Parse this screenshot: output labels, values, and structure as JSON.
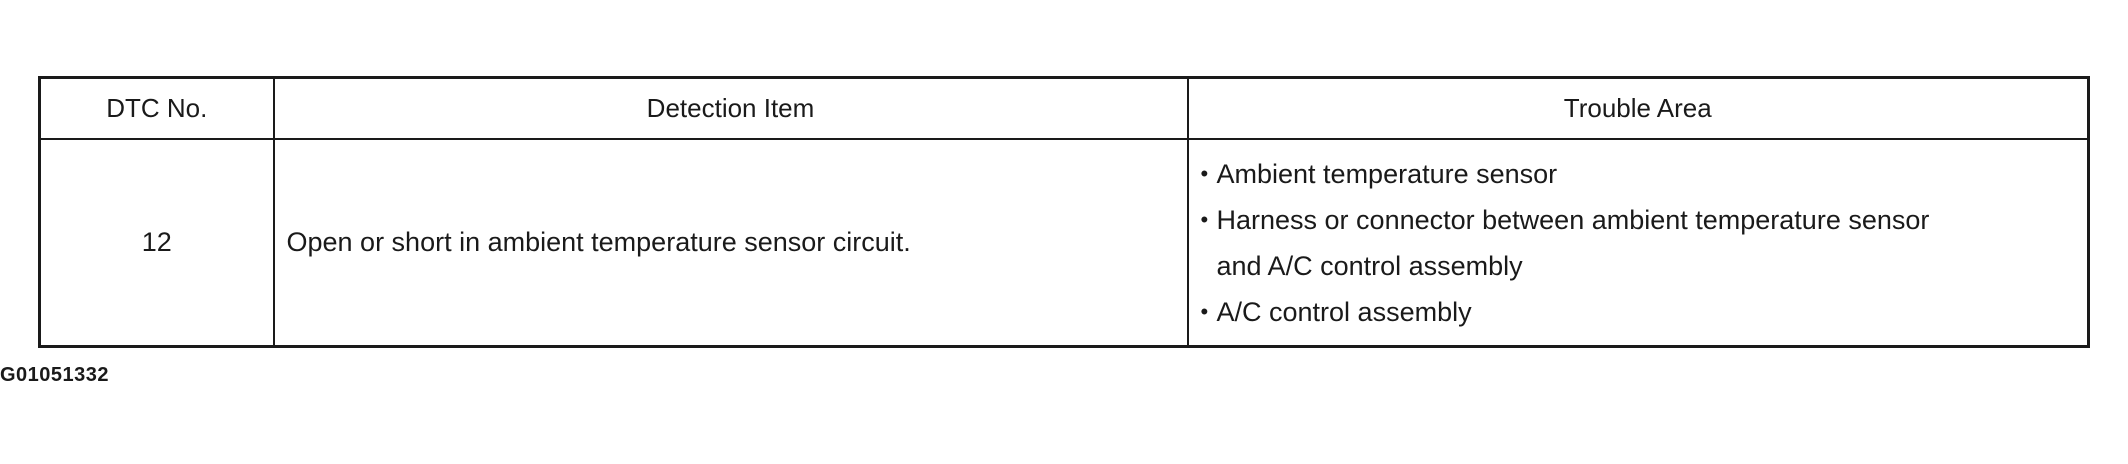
{
  "table": {
    "headers": {
      "dtc_no": "DTC No.",
      "detection_item": "Detection Item",
      "trouble_area": "Trouble Area"
    },
    "rows": [
      {
        "dtc_no": "12",
        "detection_item": "Open or short in ambient temperature sensor circuit.",
        "trouble_area": [
          {
            "lines": [
              "Ambient temperature sensor"
            ]
          },
          {
            "lines": [
              "Harness or connector between ambient temperature sensor",
              "and A/C control assembly"
            ]
          },
          {
            "lines": [
              "A/C control assembly"
            ]
          }
        ]
      }
    ]
  },
  "figure_id": "G01051332",
  "bullet_char": "•"
}
